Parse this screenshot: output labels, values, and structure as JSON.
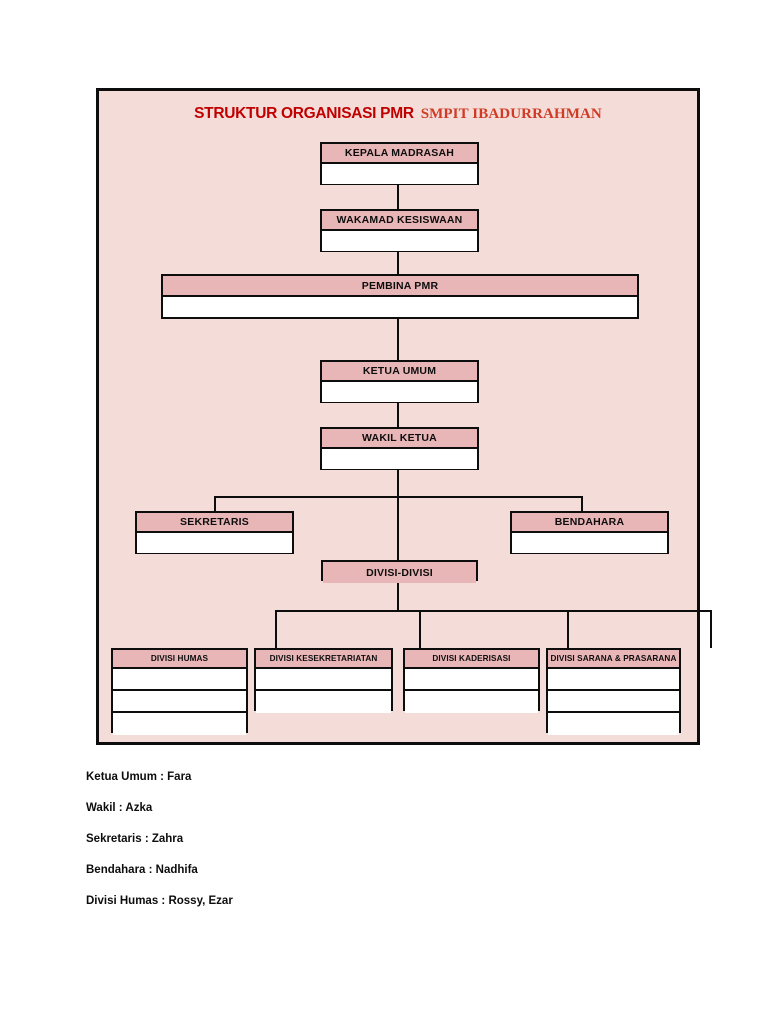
{
  "chart": {
    "title_main": "STRUKTUR ORGANISASI PMR",
    "title_sub": "SMPIT IBADURRAHMAN",
    "colors": {
      "background": "#f4dcd9",
      "header_fill": "#e9b6b7",
      "border": "#0d0d0d",
      "title_main": "#c00000",
      "title_sub": "#cf3b24",
      "row_fill": "#ffffff"
    },
    "nodes": {
      "kepala_madrasah": {
        "label": "KEPALA MADRASAH",
        "rows": [
          ""
        ]
      },
      "wakamad_kesiswaan": {
        "label": "WAKAMAD KESISWAAN",
        "rows": [
          ""
        ]
      },
      "pembina_pmr": {
        "label": "PEMBINA PMR",
        "rows": [
          ""
        ]
      },
      "ketua_umum": {
        "label": "KETUA UMUM",
        "rows": [
          ""
        ]
      },
      "wakil_ketua": {
        "label": "WAKIL KETUA",
        "rows": [
          ""
        ]
      },
      "sekretaris": {
        "label": "SEKRETARIS",
        "rows": [
          ""
        ]
      },
      "bendahara": {
        "label": "BENDAHARA",
        "rows": [
          ""
        ]
      },
      "divisi_divisi": {
        "label": "DIVISI-DIVISI",
        "rows": []
      },
      "divisi_humas": {
        "label": "DIVISI HUMAS",
        "rows": [
          "",
          "",
          ""
        ]
      },
      "divisi_kesekretariatan": {
        "label": "DIVISI KESEKRETARIATAN",
        "rows": [
          "",
          ""
        ]
      },
      "divisi_kaderisasi": {
        "label": "DIVISI KADERISASI",
        "rows": [
          "",
          ""
        ]
      },
      "divisi_sarana_prasarana": {
        "label": "DIVISI SARANA & PRASARANA",
        "rows": [
          "",
          "",
          ""
        ]
      }
    }
  },
  "roster": [
    {
      "label": "Ketua Umum : Fara"
    },
    {
      "label": "Wakil : Azka"
    },
    {
      "label": "Sekretaris : Zahra"
    },
    {
      "label": "Bendahara : Nadhifa"
    },
    {
      "label": "Divisi Humas : Rossy, Ezar"
    }
  ]
}
